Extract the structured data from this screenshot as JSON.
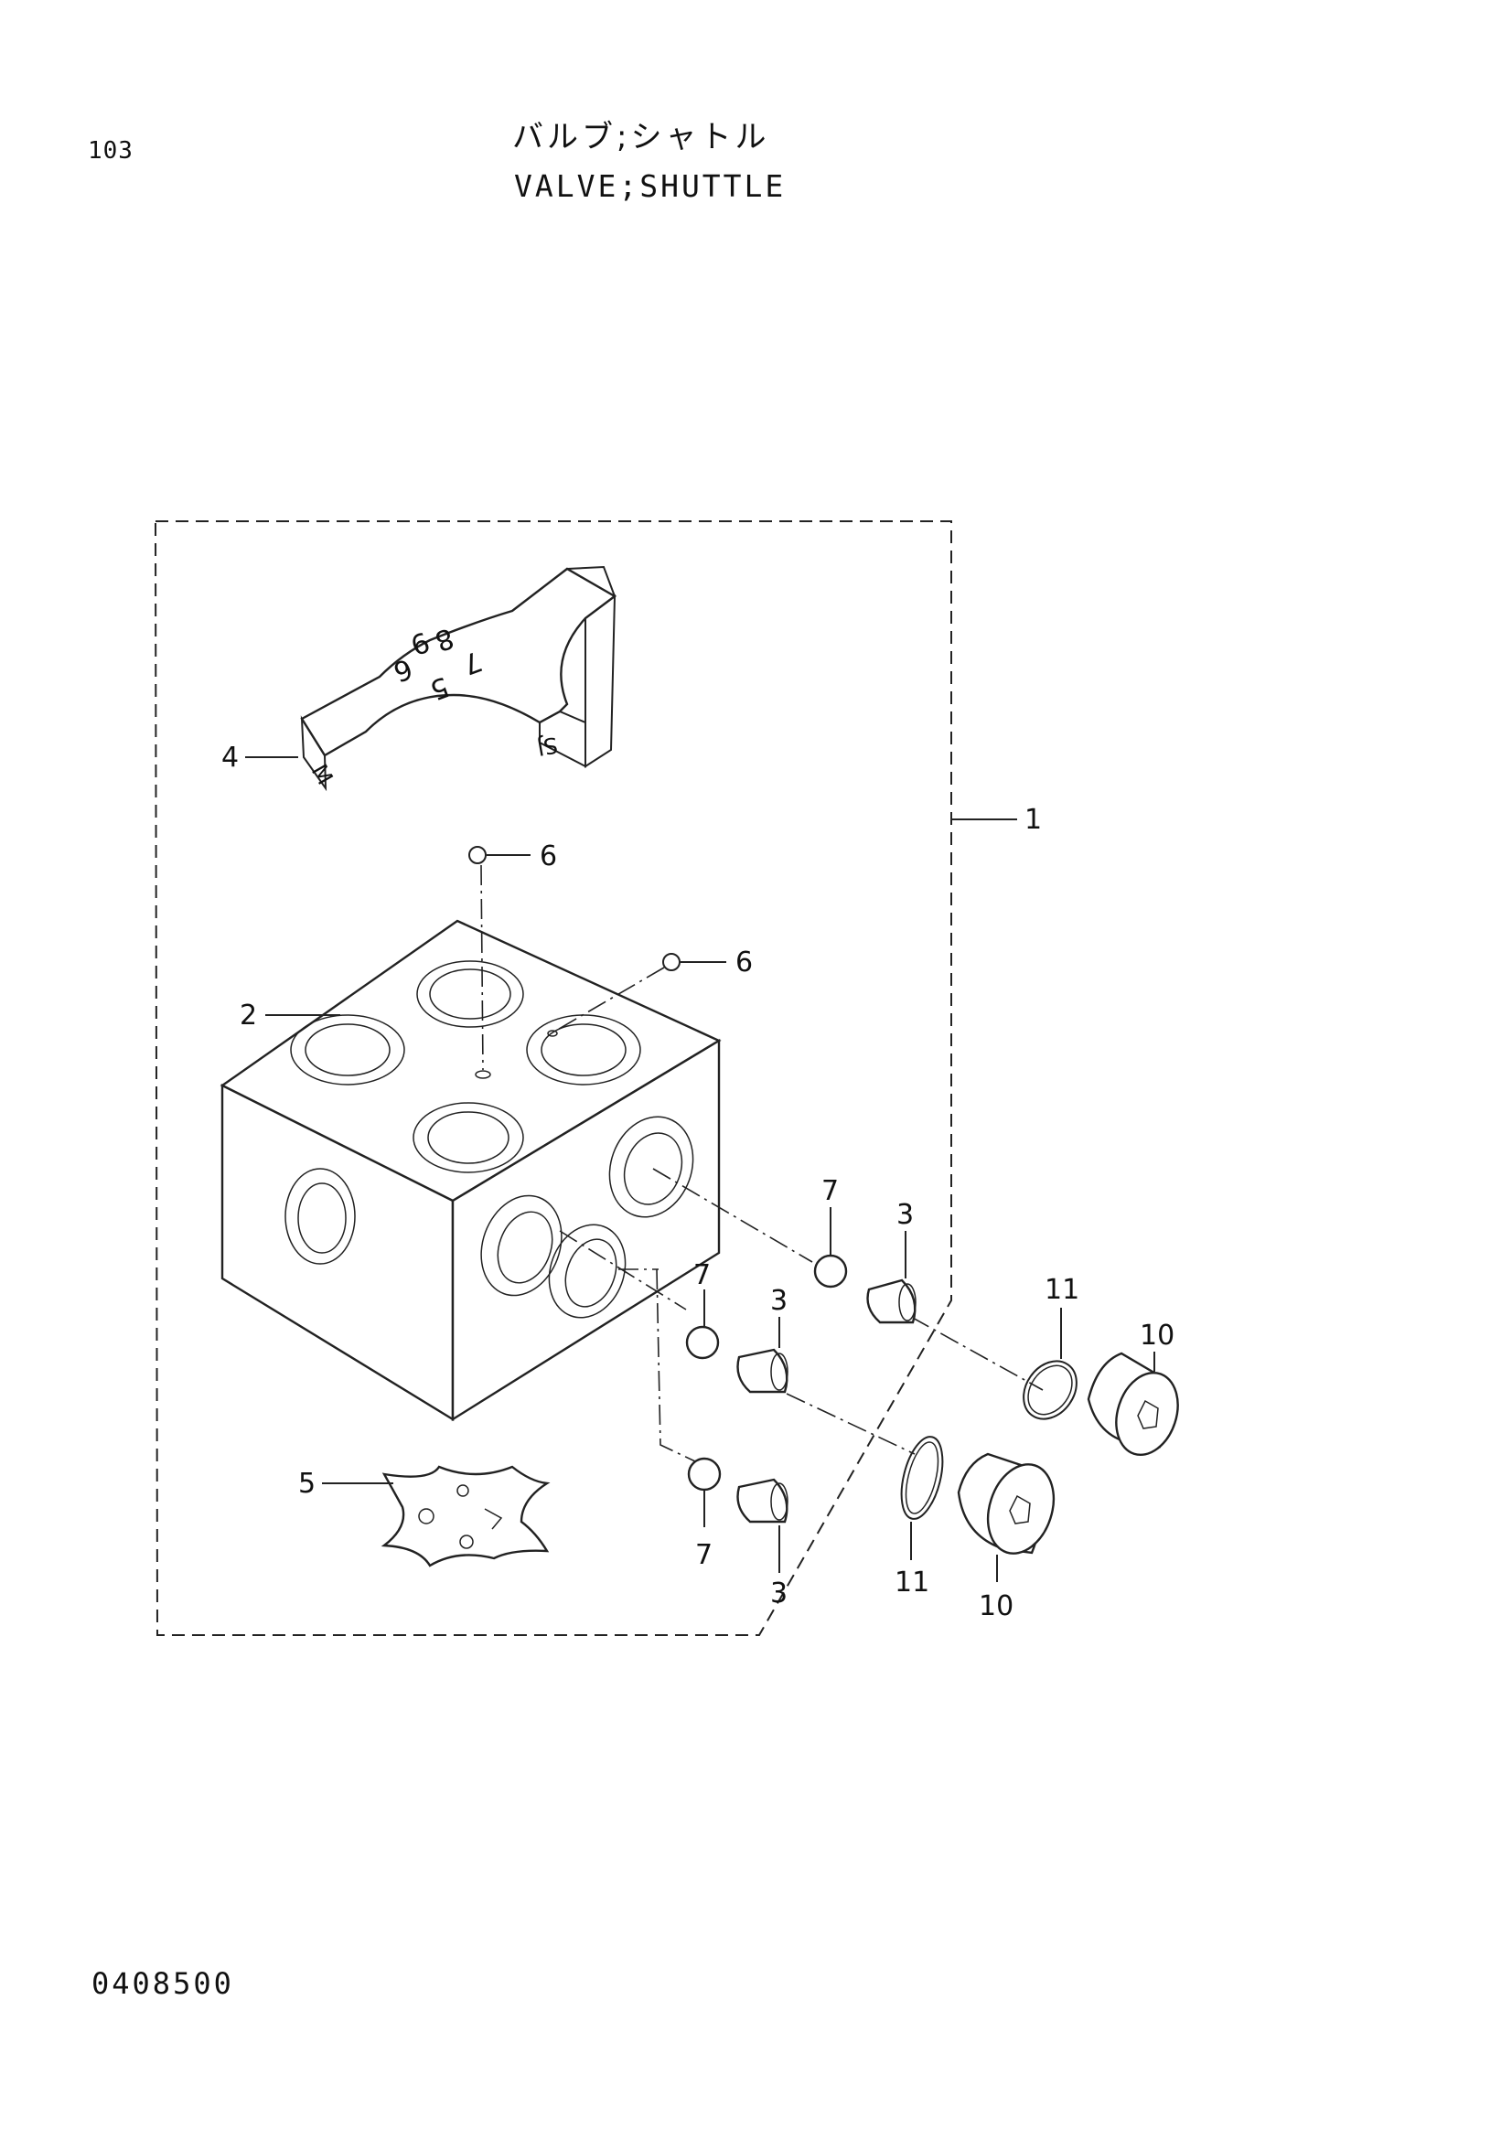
{
  "page_number": "103",
  "title_jp": "バルブ;シャトル",
  "title_en": "VALVE;SHUTTLE",
  "document_code": "0408500",
  "plate_labels": {
    "top": [
      "9",
      "8",
      "7",
      "5",
      "6"
    ],
    "left_tab": "M",
    "right_tab": "SJ"
  },
  "callouts": {
    "c1": "1",
    "c2": "2",
    "c3a": "3",
    "c3b": "3",
    "c3c": "3",
    "c4": "4",
    "c5": "5",
    "c6a": "6",
    "c6b": "6",
    "c7a": "7",
    "c7b": "7",
    "c7c": "7",
    "c10a": "10",
    "c10b": "10",
    "c11a": "11",
    "c11b": "11"
  }
}
